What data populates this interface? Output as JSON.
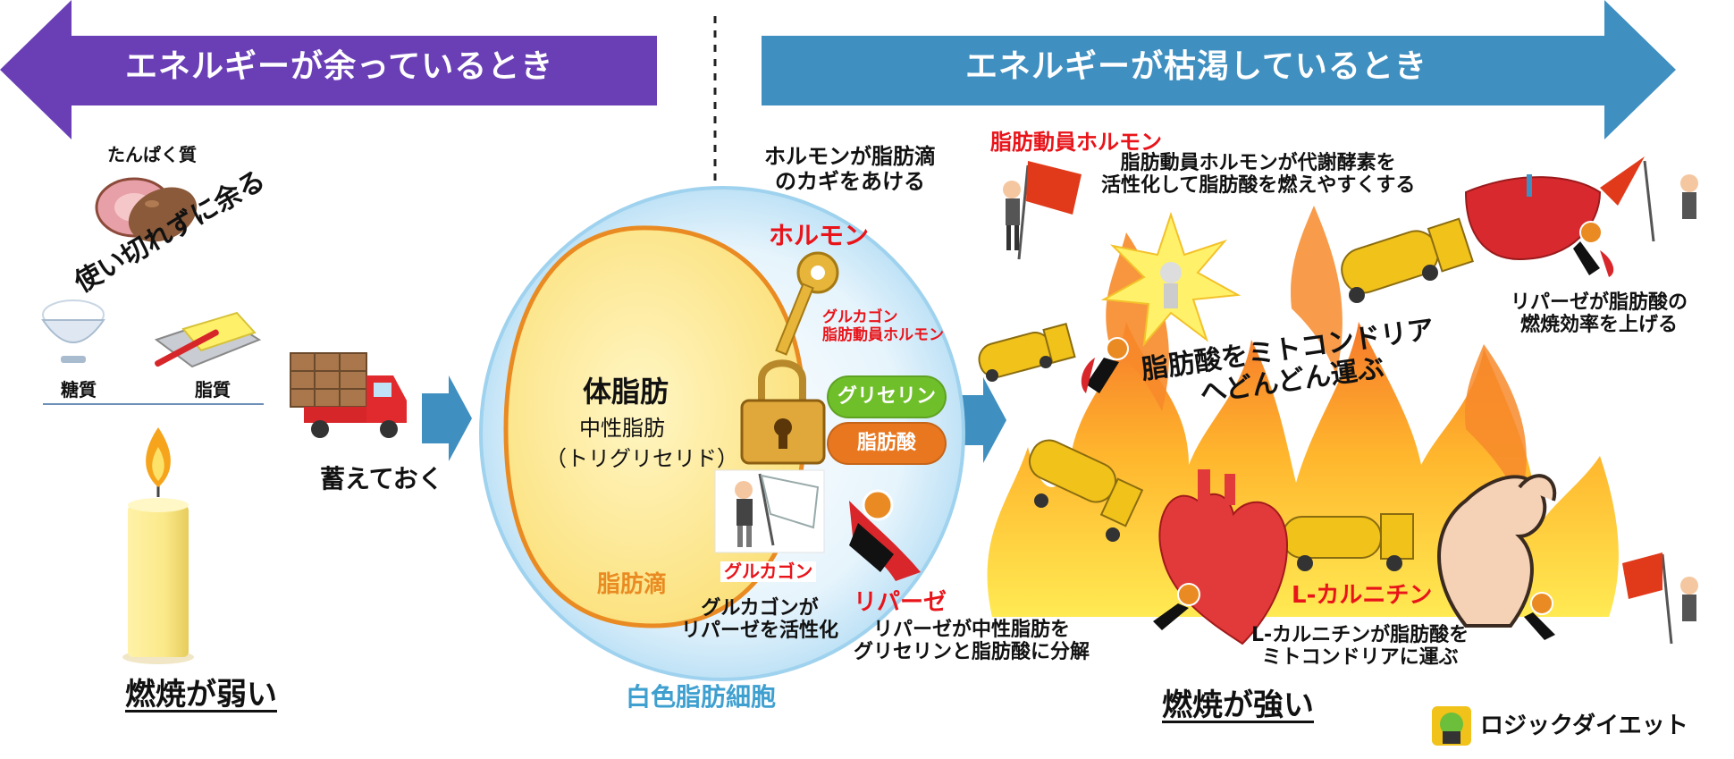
{
  "banners": {
    "left": "エネルギーが余っているとき",
    "right": "エネルギーが枯渇しているとき"
  },
  "left_panel": {
    "protein": "たんぱく質",
    "excess": "使い切れずに余る",
    "sugar": "糖質",
    "fat": "脂質",
    "store": "蓄えておく",
    "weak": "燃焼が弱い"
  },
  "cell": {
    "caption": "白色脂肪細胞",
    "body_fat": "体脂肪",
    "neutral_fat": "中性脂肪",
    "triglyceride": "（トリグリセリド）",
    "droplet": "脂肪滴",
    "hormone_key_line1": "ホルモンが脂肪滴",
    "hormone_key_line2": "のカギをあける",
    "hormone": "ホルモン",
    "glucagon_key_line1": "グルカゴン",
    "glucagon_key_line2": "脂肪動員ホルモン",
    "glycerin": "グリセリン",
    "fatty_acid": "脂肪酸",
    "glucagon_tag": "グルカゴン",
    "lipase_tag": "リパーゼ",
    "glucagon_activate_line1": "グルカゴンが",
    "glucagon_activate_line2": "リパーゼを活性化",
    "lipase_split_line1": "リパーゼが中性脂肪を",
    "lipase_split_line2": "グリセリンと脂肪酸に分解"
  },
  "right_panel": {
    "mobilizing_hormone": "脂肪動員ホルモン",
    "mobilizing_desc_line1": "脂肪動員ホルモンが代謝酵素を",
    "mobilizing_desc_line2": "活性化して脂肪酸を燃えやすくする",
    "carry_line1": "脂肪酸をミトコンドリア",
    "carry_line2": "へどんどん運ぶ",
    "lipase_eff_line1": "リパーゼが脂肪酸の",
    "lipase_eff_line2": "燃焼効率を上げる",
    "carnitine": "L-カルニチン",
    "carnitine_desc_line1": "L-カルニチンが脂肪酸を",
    "carnitine_desc_line2": "ミトコンドリアに運ぶ",
    "strong": "燃焼が強い",
    "brand": "ロジックダイエット"
  },
  "colors": {
    "left_banner": "#6a3fb6",
    "right_banner": "#3f8fc0",
    "process_arrow": "#3f8fc0",
    "cell_outer": "#cfe9f8",
    "droplet_fill": "#fde98b",
    "droplet_border": "#e98b22",
    "glycerin_pill": "#6fbf2a",
    "fatty_acid_pill": "#e8771f",
    "caption_blue": "#3fa0d0",
    "hormone_red": "#e8141a"
  },
  "icons": [
    "meat-icon",
    "sweet-potato-icon",
    "rice-bowl-icon",
    "butter-icon",
    "candle-icon",
    "delivery-truck-icon",
    "key-icon",
    "padlock-icon",
    "flag-person-icon",
    "white-flag-person-icon",
    "hero-enzyme-icon",
    "fire-icon",
    "tanker-truck-icon",
    "liver-icon",
    "heart-icon",
    "muscle-arm-icon",
    "burst-figure-icon",
    "brain-logo-icon"
  ]
}
